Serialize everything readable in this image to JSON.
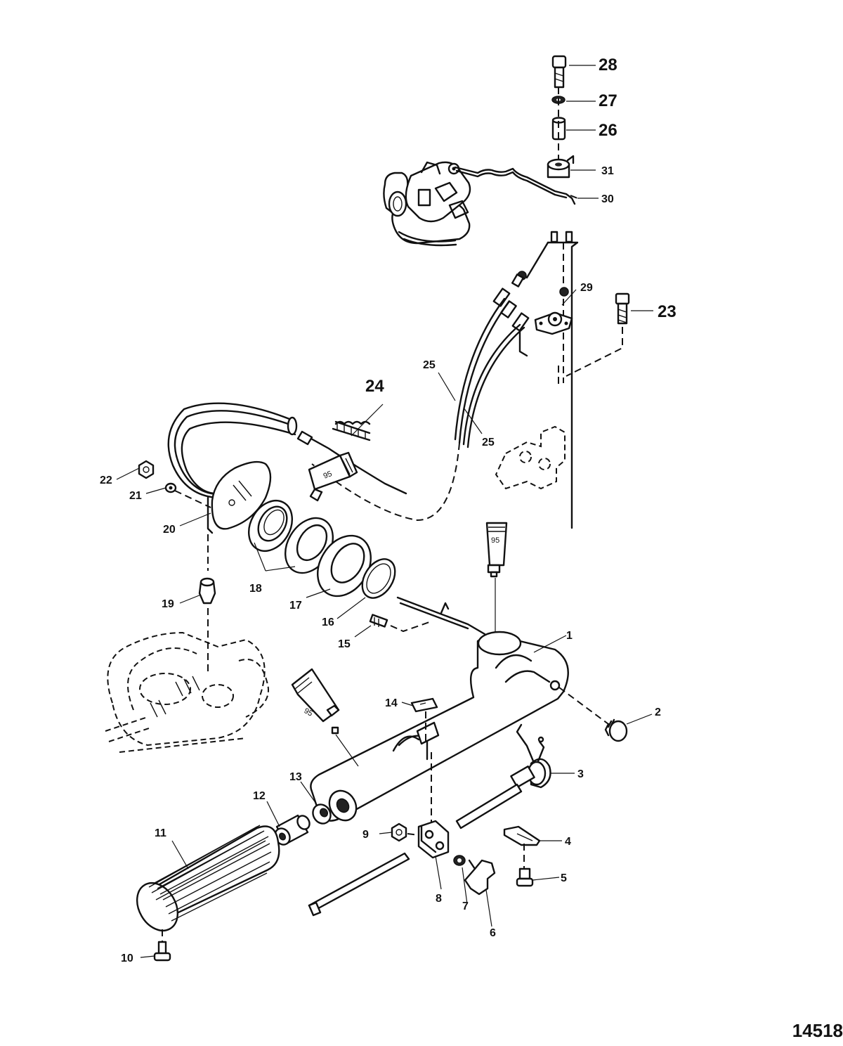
{
  "drawing_number": "14518",
  "tube_label": "95",
  "callouts": {
    "c1": "1",
    "c2": "2",
    "c3": "3",
    "c4": "4",
    "c5": "5",
    "c6": "6",
    "c7": "7",
    "c8": "8",
    "c9": "9",
    "c10": "10",
    "c11": "11",
    "c12": "12",
    "c13": "13",
    "c14": "14",
    "c15": "15",
    "c16": "16",
    "c17": "17",
    "c18": "18",
    "c19": "19",
    "c20": "20",
    "c21": "21",
    "c22": "22",
    "c23": "23",
    "c24": "24",
    "c25a": "25",
    "c25b": "25",
    "c26": "26",
    "c27": "27",
    "c28": "28",
    "c29": "29",
    "c30": "30",
    "c31": "31"
  }
}
